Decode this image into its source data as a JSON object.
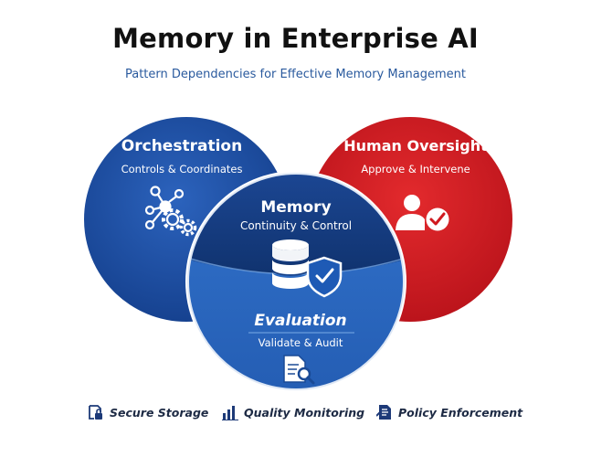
{
  "header": {
    "title": "Memory in Enterprise AI",
    "subtitle": "Pattern Dependencies for Effective Memory Management"
  },
  "diagram": {
    "orchestration": {
      "title": "Orchestration",
      "subtitle": "Controls & Coordinates",
      "icon": "network-gear-icon",
      "color": "#1d4c9c"
    },
    "human_oversight": {
      "title": "Human Oversight",
      "subtitle": "Approve & Intervene",
      "icon": "person-check-icon",
      "color": "#d0191f"
    },
    "memory": {
      "title": "Memory",
      "subtitle": "Continuity & Control",
      "icon": "database-shield-icon",
      "color": "#173d80"
    },
    "evaluation": {
      "title": "Evaluation",
      "subtitle": "Validate & Audit",
      "icon": "document-search-icon",
      "color": "#2f6cc4"
    }
  },
  "footer": {
    "items": [
      {
        "label": "Secure Storage",
        "icon": "lock-document-icon"
      },
      {
        "label": "Quality Monitoring",
        "icon": "bar-chart-icon"
      },
      {
        "label": "Policy Enforcement",
        "icon": "policy-document-icon"
      }
    ]
  }
}
